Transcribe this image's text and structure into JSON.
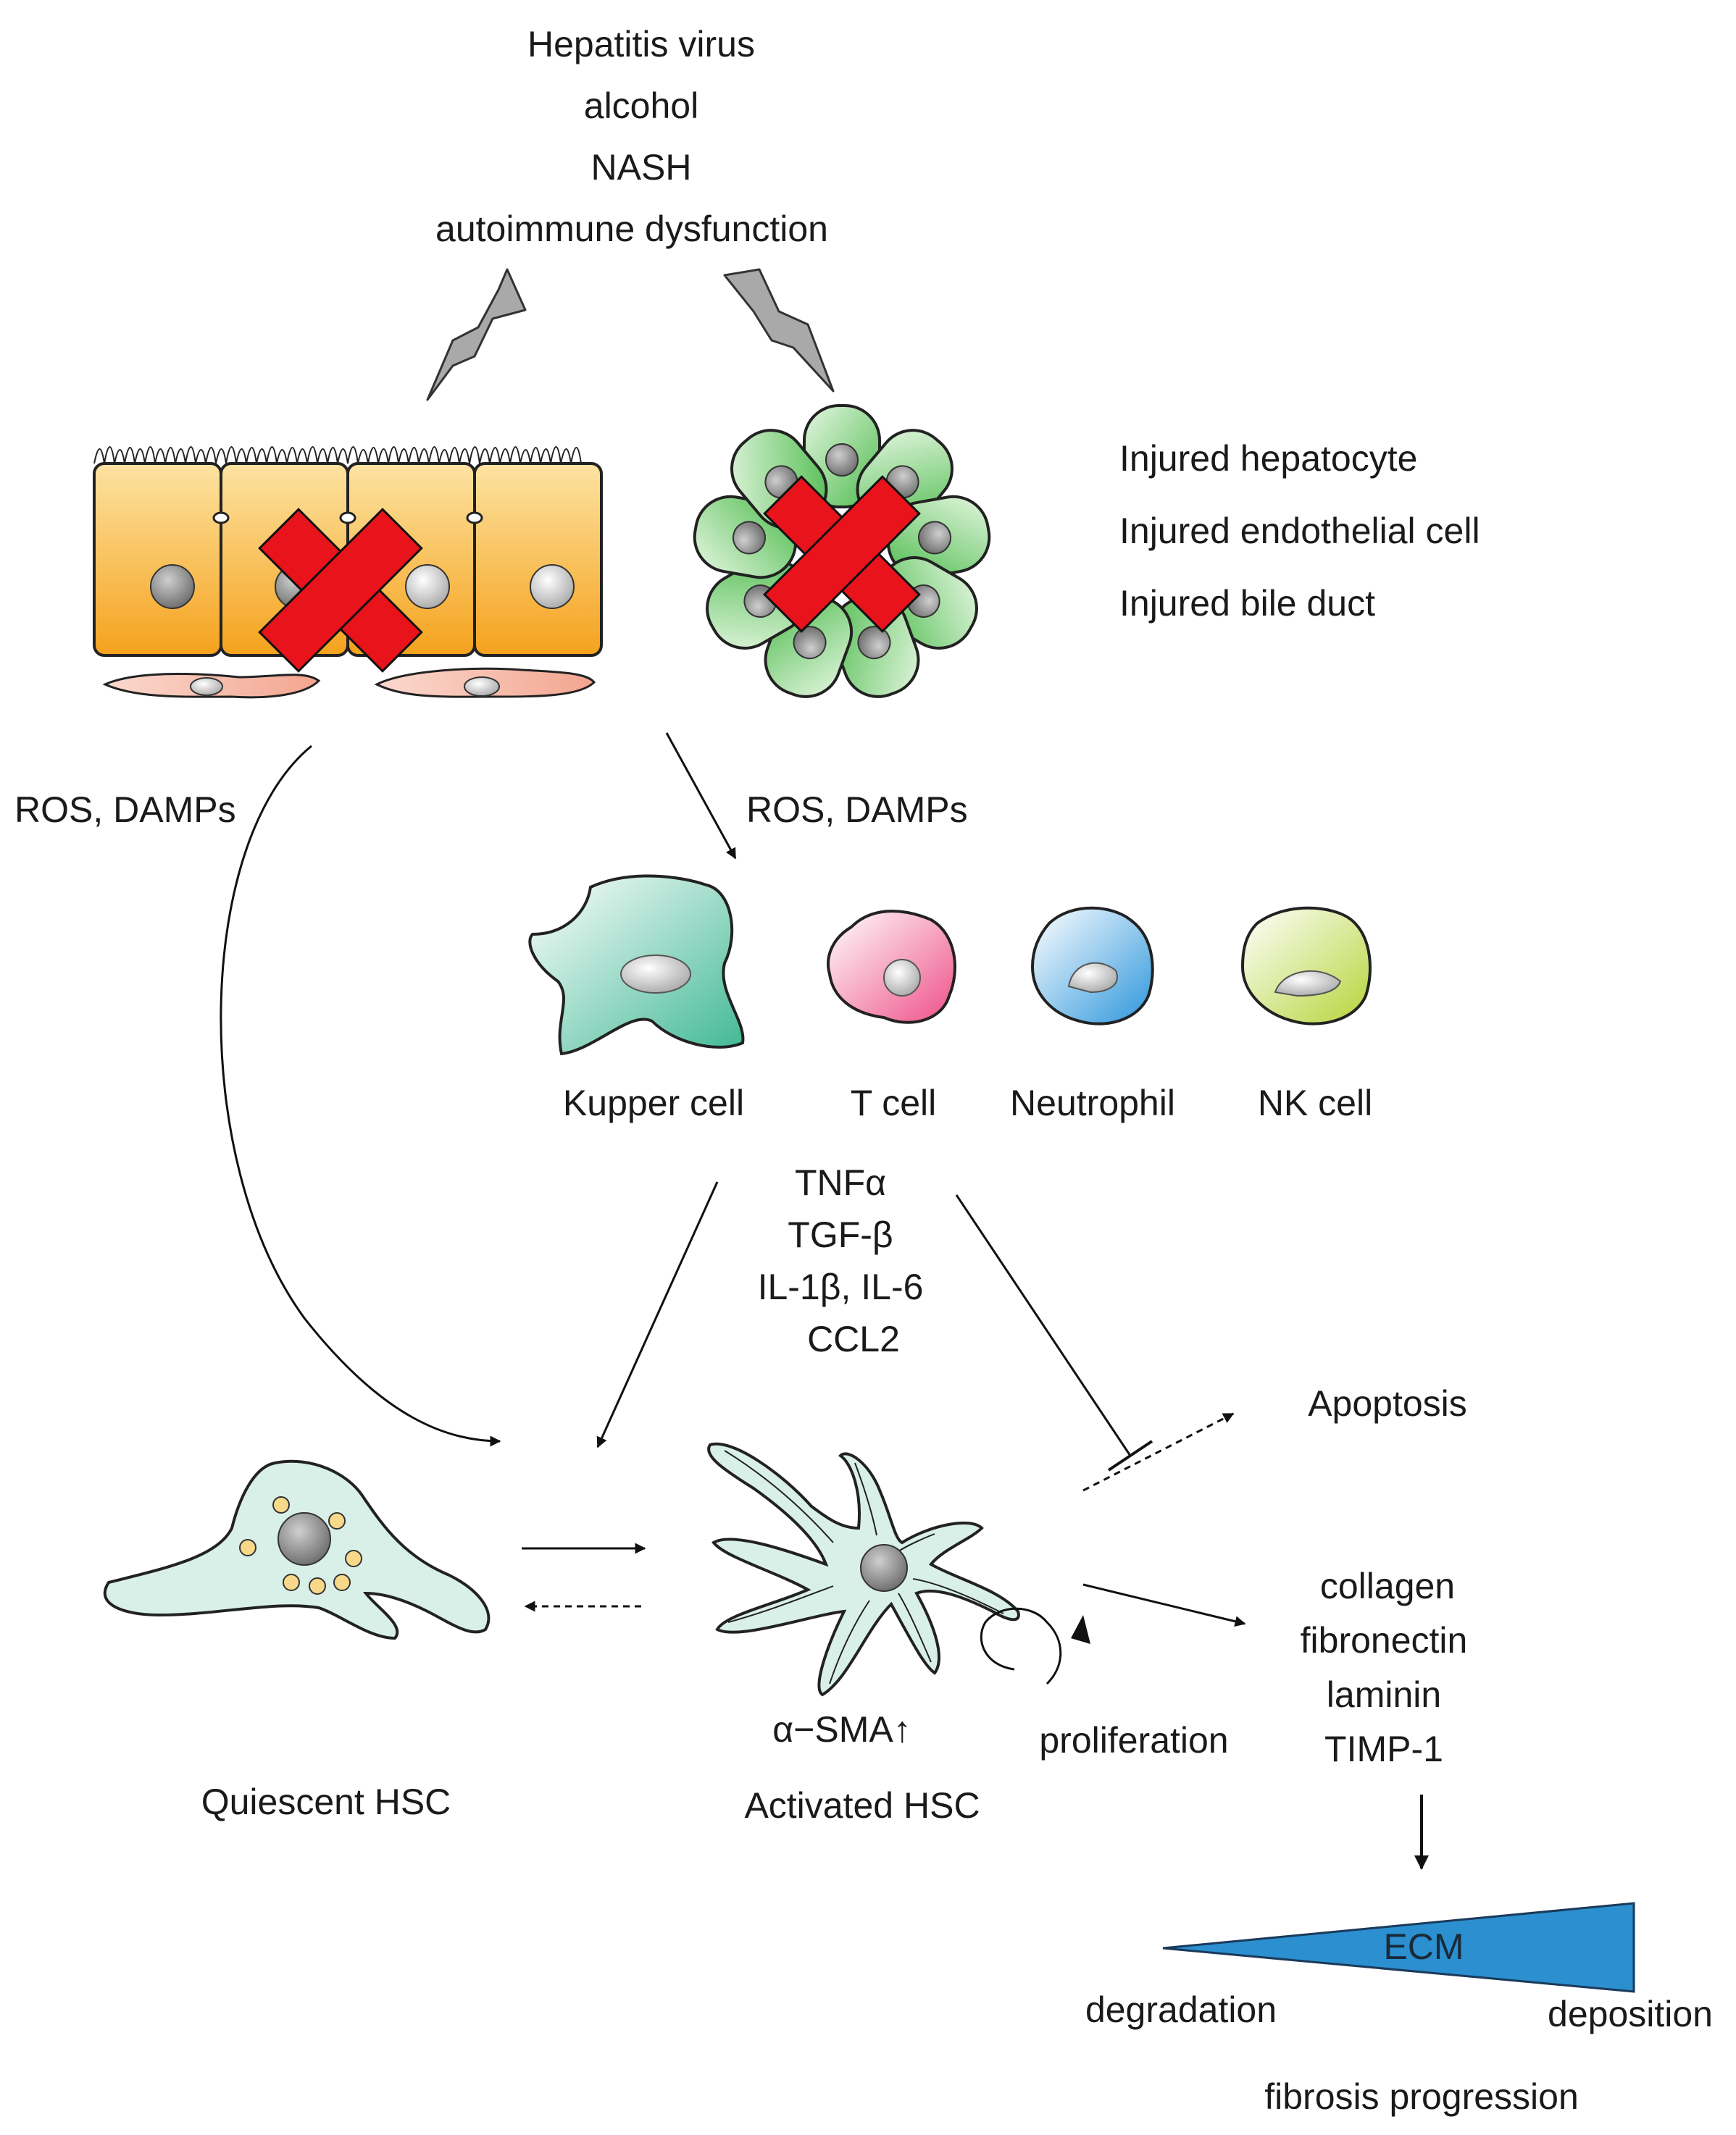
{
  "causes": [
    "Hepatitis virus",
    "alcohol",
    "NASH",
    "autoimmune dysfunction"
  ],
  "injured": [
    "Injured hepatocyte",
    "Injured endothelial cell",
    "Injured bile duct"
  ],
  "signals": {
    "left": "ROS, DAMPs",
    "right": "ROS, DAMPs"
  },
  "immune_cells": {
    "kupffer": "Kupper cell",
    "tcell": "T cell",
    "neutrophil": "Neutrophil",
    "nk": "NK cell"
  },
  "cytokines": [
    "TNFα",
    "TGF-β",
    "IL-1β, IL-6",
    "CCL2"
  ],
  "apoptosis": "Apoptosis",
  "ecm_products": [
    "collagen",
    "fibronectin",
    "laminin",
    "TIMP-1"
  ],
  "hsc": {
    "quiescent": "Quiescent HSC",
    "activated": "Activated HSC",
    "marker": "α−SMA↑",
    "proliferation": "proliferation"
  },
  "ecm": {
    "label": "ECM",
    "left_end": "degradation",
    "right_end": "deposition",
    "footer": "fibrosis progression"
  },
  "colors": {
    "hepatocyte": "#f5a623",
    "bile_duct": "#5cbf5c",
    "x_mark": "#e8131b",
    "lightning": "#a6a6a6",
    "hsc": "#d9f0e8",
    "ecm_wedge": "#2b8fd0",
    "kupffer": "#7fcdb0",
    "tcell": "#f08db0",
    "neutrophil": "#5ab0e6",
    "nk": "#cfe27a"
  }
}
